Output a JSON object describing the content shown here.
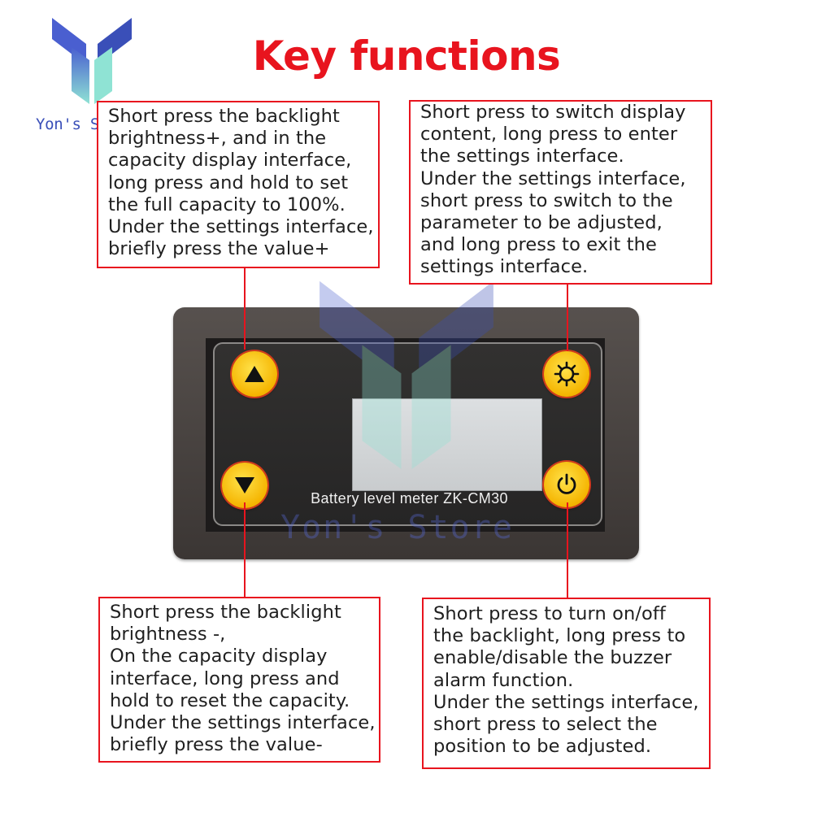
{
  "title": "Key functions",
  "brand": {
    "logo_text": "Yon's Store",
    "watermark_text": "Yon's Store",
    "colors": {
      "blue": "#4a5fd0",
      "cyan": "#8fe3d4"
    }
  },
  "colors": {
    "accent_red": "#e8141e",
    "button_yellow": "#f5b400"
  },
  "device": {
    "label": "Battery level meter ZK-CM30",
    "buttons": [
      {
        "id": "up",
        "icon": "triangle-up-icon"
      },
      {
        "id": "settings",
        "icon": "gear-icon"
      },
      {
        "id": "down",
        "icon": "triangle-down-icon"
      },
      {
        "id": "power",
        "icon": "power-icon"
      }
    ]
  },
  "descriptions": {
    "up": [
      "Short press the backlight",
      "brightness+, and in the",
      "capacity display interface,",
      "long press and hold to set",
      "the full capacity to 100%.",
      "Under the settings interface,",
      "briefly press the value+"
    ],
    "settings": [
      "Short press to switch display",
      "content, long press to enter",
      "the settings interface.",
      "Under the settings interface,",
      "short press to switch to the",
      "parameter to be adjusted,",
      "and long press to exit the",
      "settings interface."
    ],
    "down": [
      "Short press the backlight",
      "brightness -,",
      "On the capacity display",
      "interface, long press and",
      "hold to reset the capacity.",
      "Under the settings interface,",
      "briefly press the value-"
    ],
    "power": [
      "Short press to turn on/off",
      "the backlight, long press to",
      "enable/disable the buzzer",
      "alarm function.",
      "Under the settings interface,",
      "short press to select the",
      "position to be adjusted."
    ]
  }
}
